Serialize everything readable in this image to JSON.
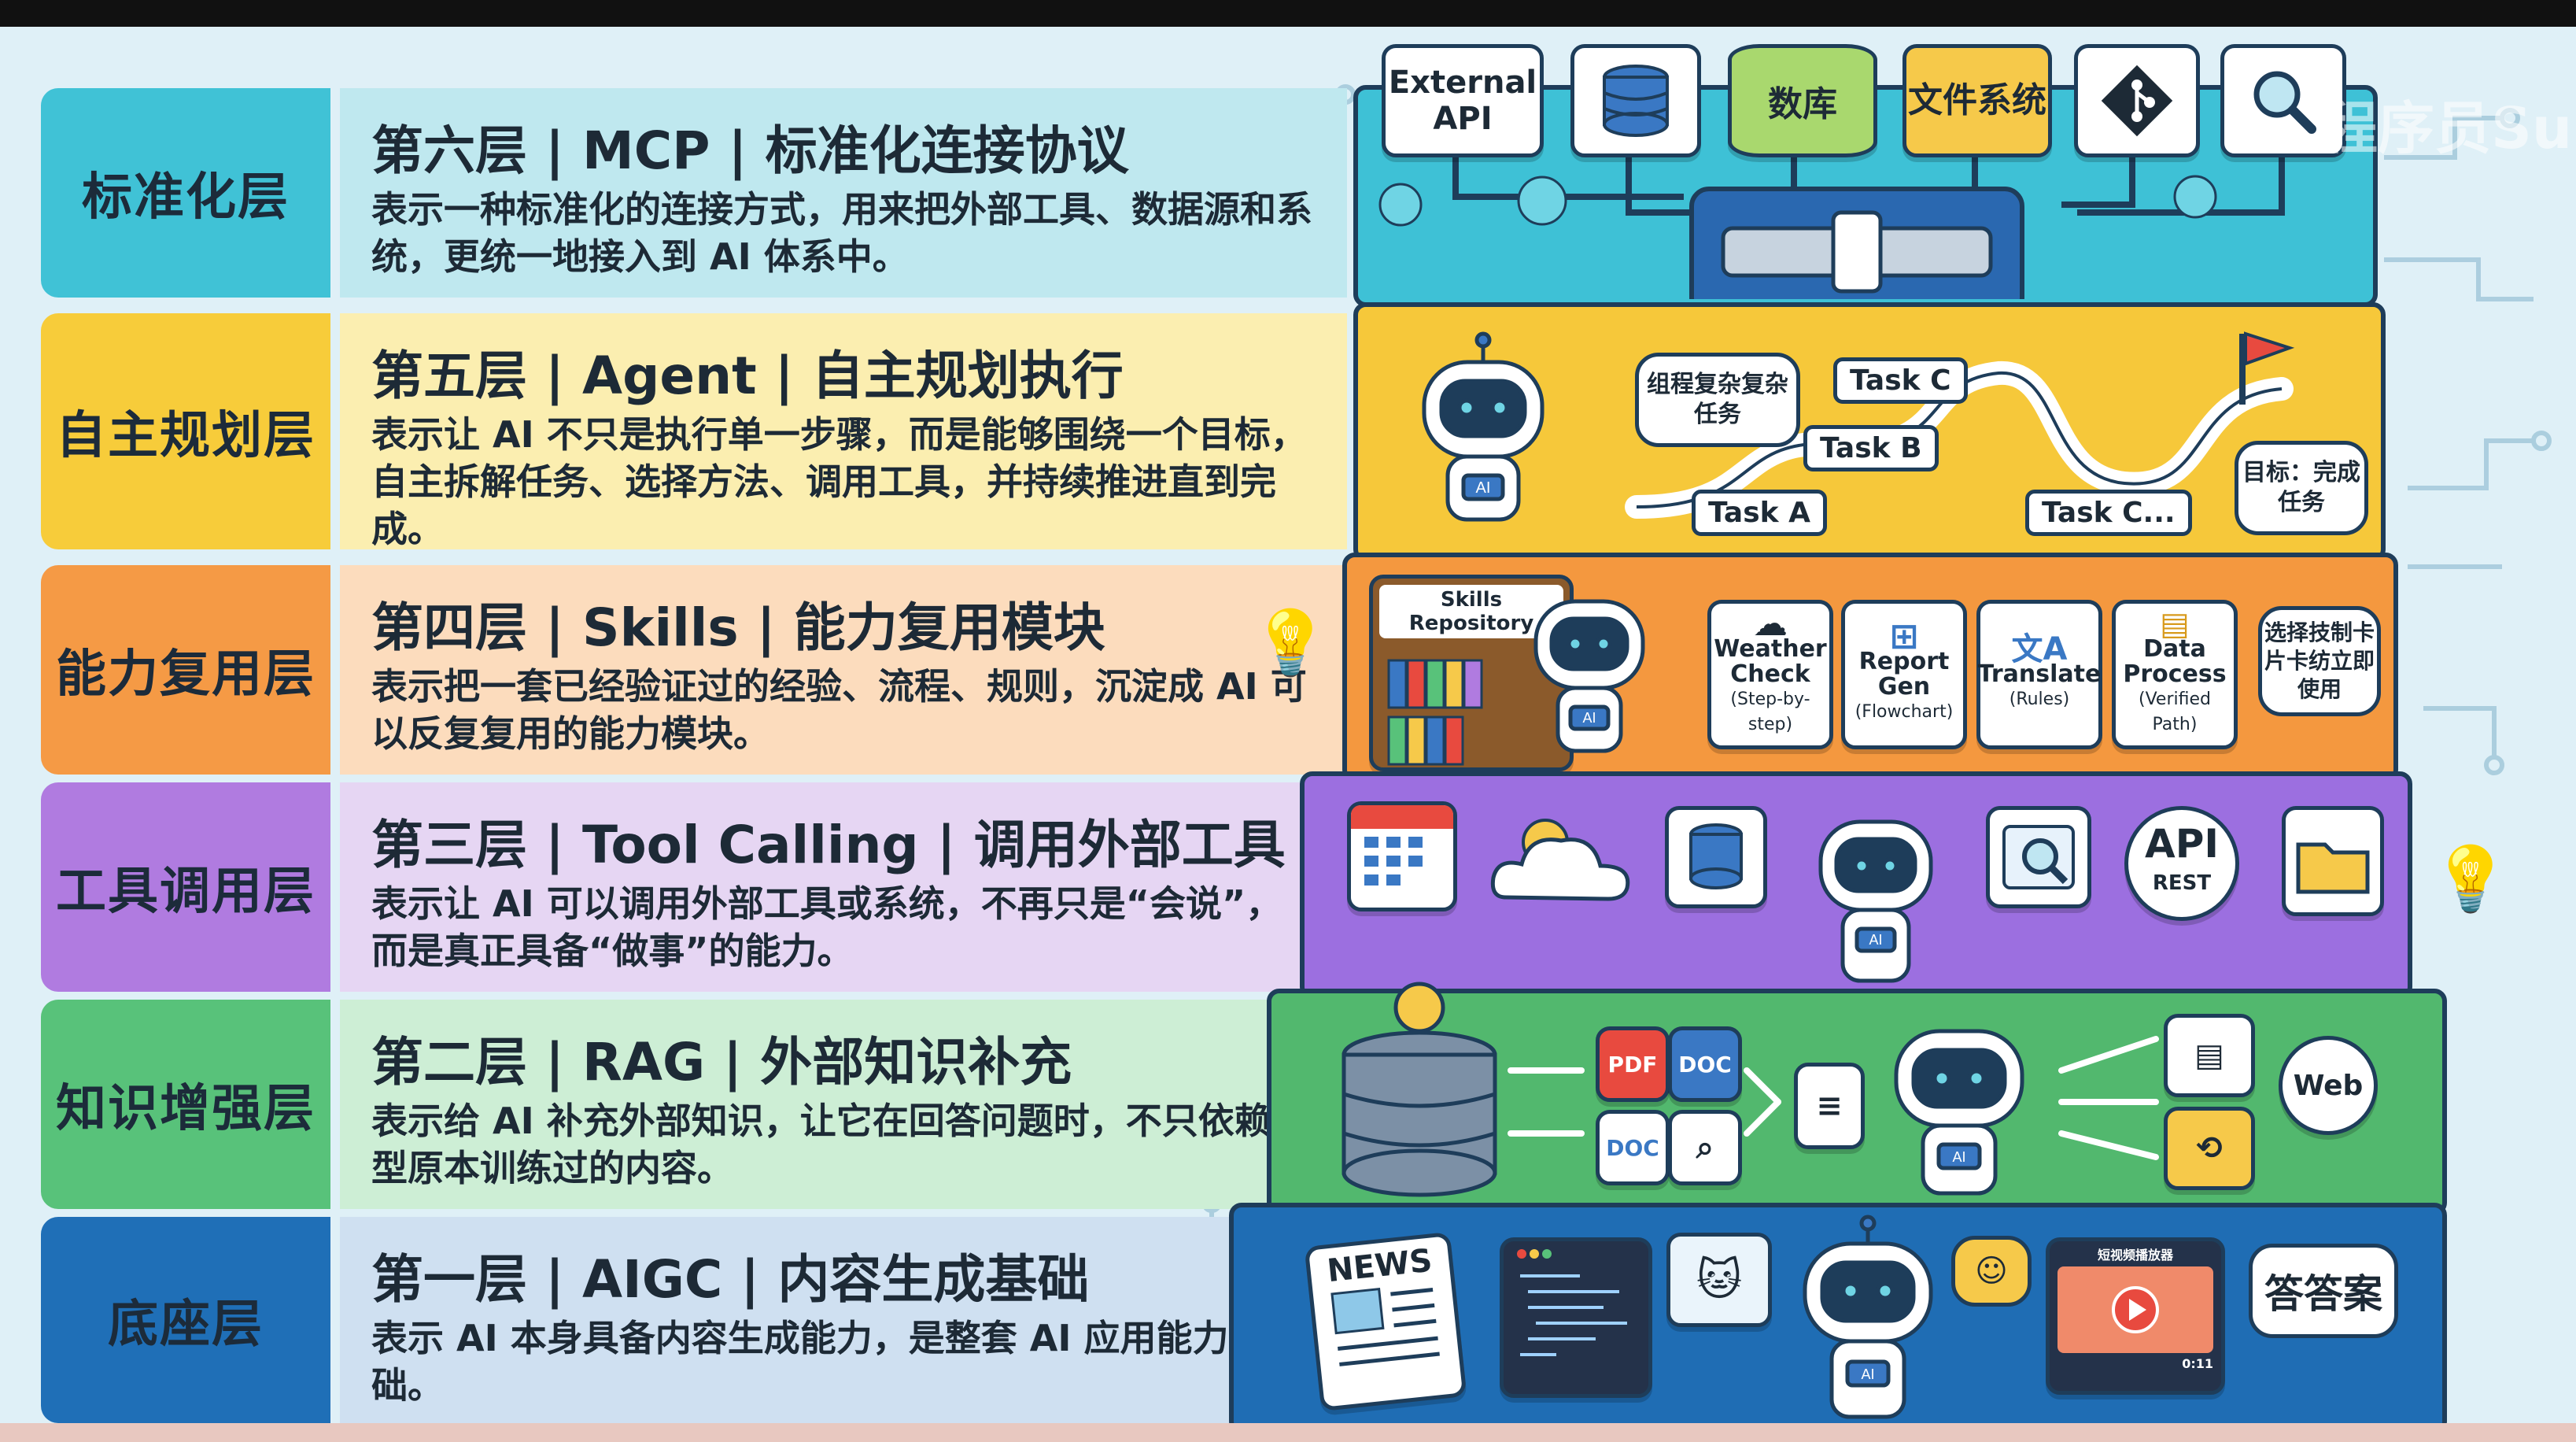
{
  "layers": [
    {
      "label": "标准化层",
      "title": "第六层 | MCP | 标准化连接协议",
      "desc": "表示一种标准化的连接方式，用来把外部工具、数据源和系统，更统一地接入到 AI 体系中。",
      "color": "#40c2d6",
      "light": "#bfe8ef"
    },
    {
      "label": "自主规划层",
      "title": "第五层 | Agent | 自主规划执行",
      "desc": "表示让 AI 不只是执行单一步骤，而是能够围绕一个目标，自主拆解任务、选择方法、调用工具，并持续推进直到完成。",
      "color": "#f7cc3a",
      "light": "#fbeeb0"
    },
    {
      "label": "能力复用层",
      "title": "第四层 | Skills | 能力复用模块",
      "desc": "表示把一套已经验证过的经验、流程、规则，沉淀成 AI 可以反复复用的能力模块。",
      "color": "#f59a45",
      "light": "#fcdcbd"
    },
    {
      "label": "工具调用层",
      "title": "第三层 | Tool Calling | 调用外部工具",
      "desc": "表示让 AI 可以调用外部工具或系统，不再只是“会说”，而是真正具备“做事”的能力。",
      "color": "#b07be0",
      "light": "#e6d6f3"
    },
    {
      "label": "知识增强层",
      "title": "第二层 | RAG | 外部知识补充",
      "desc": "表示给 AI 补充外部知识，让它在回答问题时，不只依赖模型原本训练过的内容。",
      "color": "#58c27a",
      "light": "#cdeed5"
    },
    {
      "label": "底座层",
      "title": "第一层 | AIGC | 内容生成基础",
      "desc": "表示 AI 本身具备内容生成能力，是整套 AI 应用能力的基础。",
      "color": "#1f6fb7",
      "light": "#cfe0f1"
    }
  ],
  "mcp": {
    "external_api": "External API",
    "database": "数库",
    "filesystem": "文件系统",
    "icons": [
      "database-icon",
      "git-icon",
      "search-icon",
      "plug-connector-icon"
    ]
  },
  "agent": {
    "bubble": "组程复杂复杂任务",
    "tasks": [
      "Task C",
      "Task B",
      "Task A",
      "Task C..."
    ],
    "goal": "目标：完成任务"
  },
  "skills": {
    "repository": "Skills Repository",
    "cards": [
      {
        "name": "Weather Check",
        "sub": "(Step-by-step)"
      },
      {
        "name": "Report Gen",
        "sub": "(Flowchart)"
      },
      {
        "name": "Translate",
        "sub": "(Rules)"
      },
      {
        "name": "Data Process",
        "sub": "(Verified Path)"
      }
    ],
    "bubble": "选择技制卡片卡纺立即使用"
  },
  "tools": {
    "api_label": "API",
    "api_sub": "REST",
    "icons": [
      "calendar-icon",
      "weather-cloud-icon",
      "database-icon",
      "search-window-icon",
      "api-icon",
      "folder-icon"
    ]
  },
  "rag": {
    "docs": [
      "PDF",
      "DOC",
      "DOC"
    ],
    "web": "Web"
  },
  "aigc": {
    "news": "NEWS",
    "answer": "答答案",
    "video_title": "短视频播放器",
    "video_time": "0:11"
  },
  "robot_badge": "AI",
  "watermark": "程序员Su"
}
